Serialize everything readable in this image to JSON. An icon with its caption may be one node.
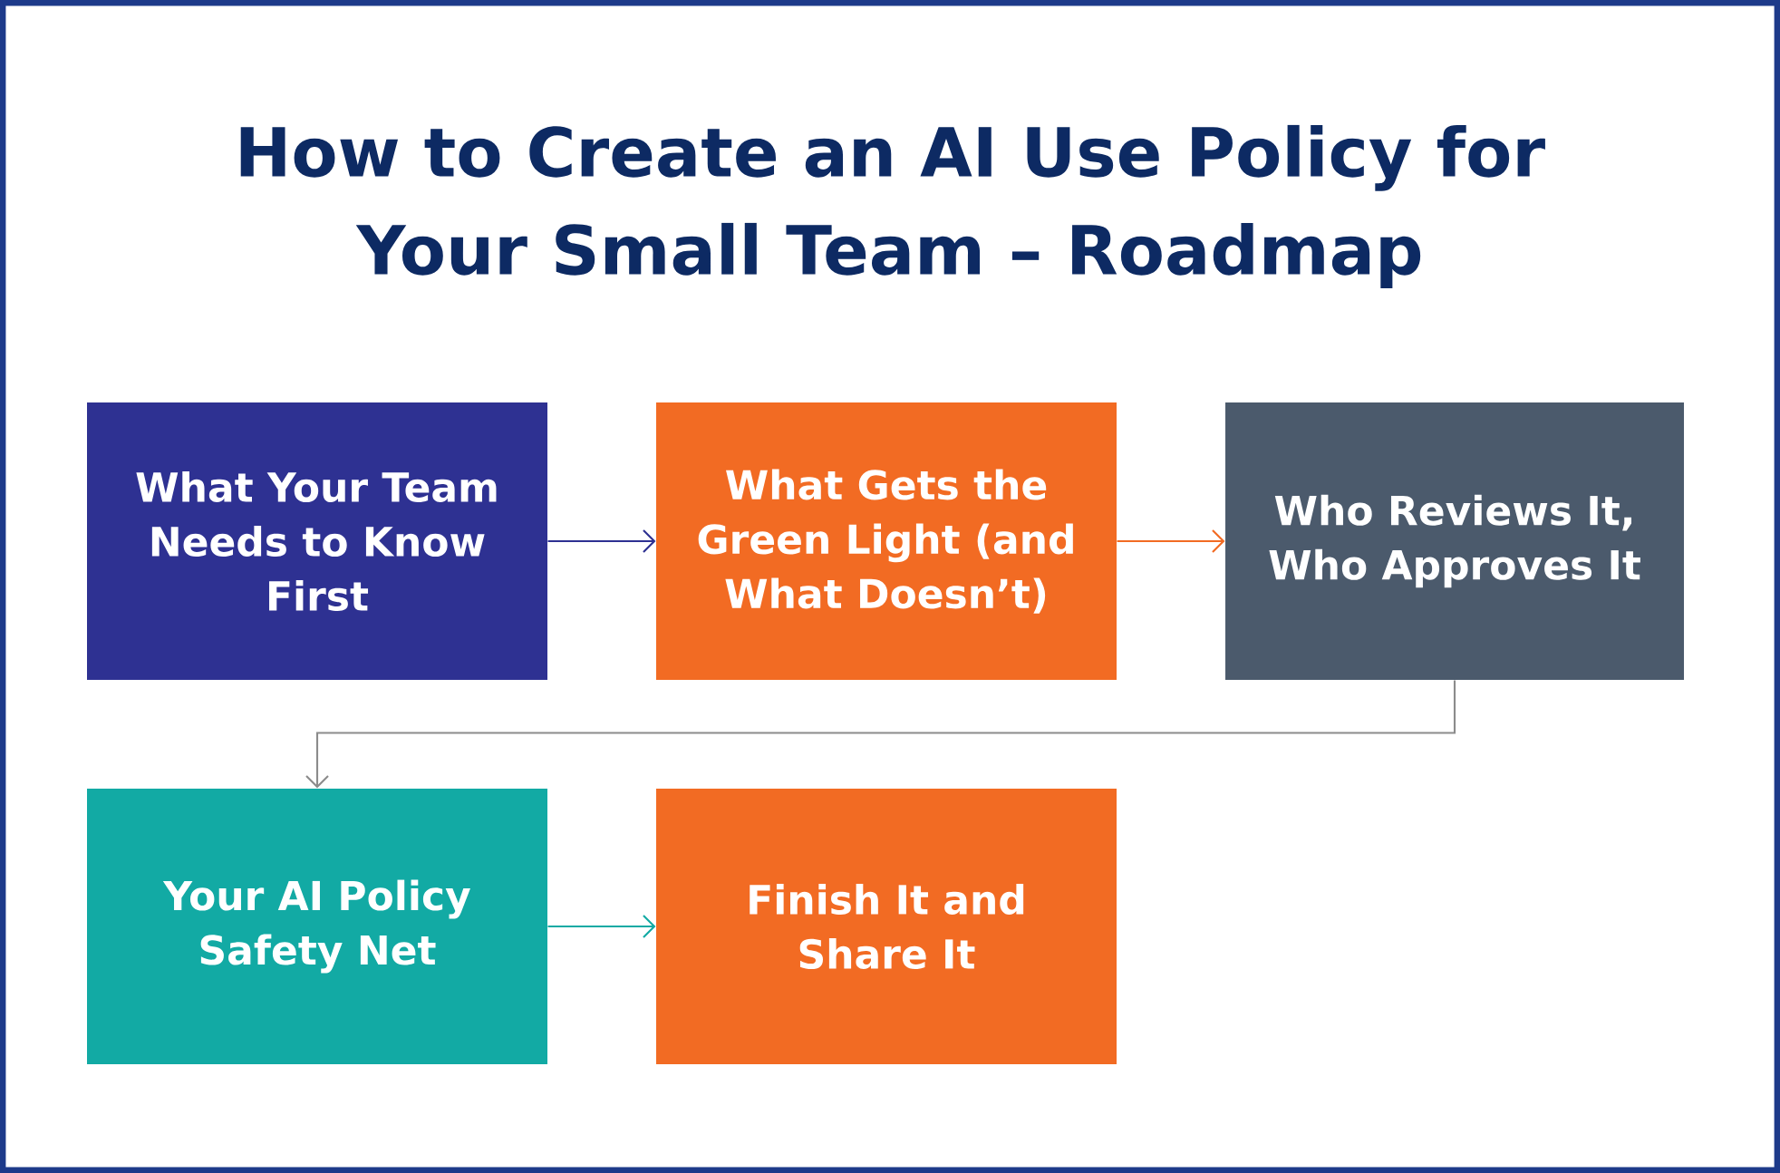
{
  "diagram": {
    "title": "How to Create an AI Use Policy for Your Small Team – Roadmap",
    "nodes": [
      {
        "text": [
          "What Your Team Needs to Know First"
        ]
      },
      {
        "text": [
          "What Gets the Green Light (and What Doesn’t)"
        ]
      },
      {
        "text": [
          "Who Reviews It, Who Approves It"
        ]
      },
      {
        "text": [
          "Your AI Policy Safety Net"
        ]
      },
      {
        "text": [
          "Finish It and Share It"
        ]
      }
    ],
    "edges": [
      {
        "from": 0,
        "to": 1,
        "arrow": "to",
        "color": "#2e3192"
      },
      {
        "from": 1,
        "to": 2,
        "arrow": "to",
        "color": "#f26b23"
      },
      {
        "from": 2,
        "to": 3,
        "arrow": "to",
        "color": "#8c8c8c"
      },
      {
        "from": 3,
        "to": 4,
        "arrow": "to",
        "color": "#12aaa4"
      }
    ]
  }
}
